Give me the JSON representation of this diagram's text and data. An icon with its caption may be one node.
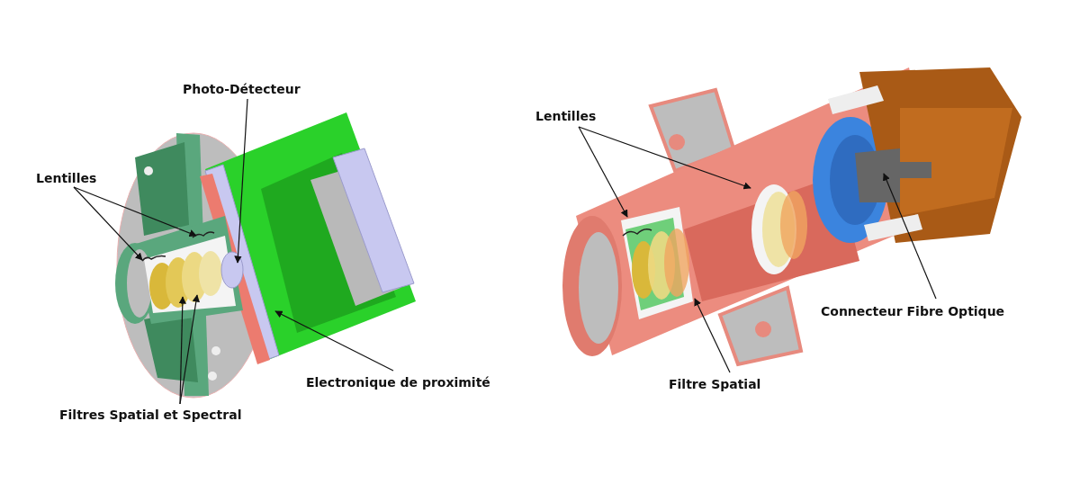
{
  "diagram": {
    "nodes": [
      {
        "text": [
          "Photo-Détecteur"
        ]
      },
      {
        "text": [
          "Lentilles"
        ]
      },
      {
        "text": [
          "Filtres Spatial et Spectral"
        ]
      },
      {
        "text": [
          "Electronique de proximité"
        ]
      },
      {
        "text": [
          "Lentilles"
        ]
      },
      {
        "text": [
          "Filtre Spatial"
        ]
      },
      {
        "text": [
          "Connecteur Fibre Optique"
        ]
      }
    ],
    "edges": [
      {
        "from": 0,
        "to": null,
        "arrow": "to"
      },
      {
        "from": 1,
        "to": null,
        "arrow": "to"
      },
      {
        "from": 1,
        "to": null,
        "arrow": "to"
      },
      {
        "from": 2,
        "to": null,
        "arrow": "to"
      },
      {
        "from": 2,
        "to": null,
        "arrow": "to"
      },
      {
        "from": 3,
        "to": null,
        "arrow": "to"
      },
      {
        "from": 4,
        "to": null,
        "arrow": "to"
      },
      {
        "from": 4,
        "to": null,
        "arrow": "to"
      },
      {
        "from": 5,
        "to": null,
        "arrow": "to"
      },
      {
        "from": 6,
        "to": null,
        "arrow": "to"
      }
    ]
  }
}
